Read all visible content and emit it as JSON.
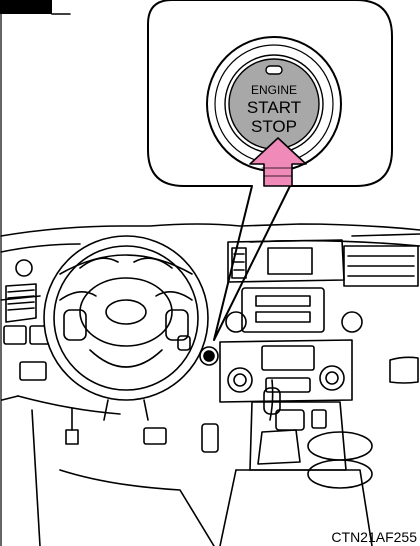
{
  "figure": {
    "callout": {
      "button_text": [
        "ENGINE",
        "START",
        "STOP"
      ],
      "arrow_color": "#f08ab8",
      "button_color": "#a8a8a8"
    },
    "code": "CTN21AF255"
  }
}
